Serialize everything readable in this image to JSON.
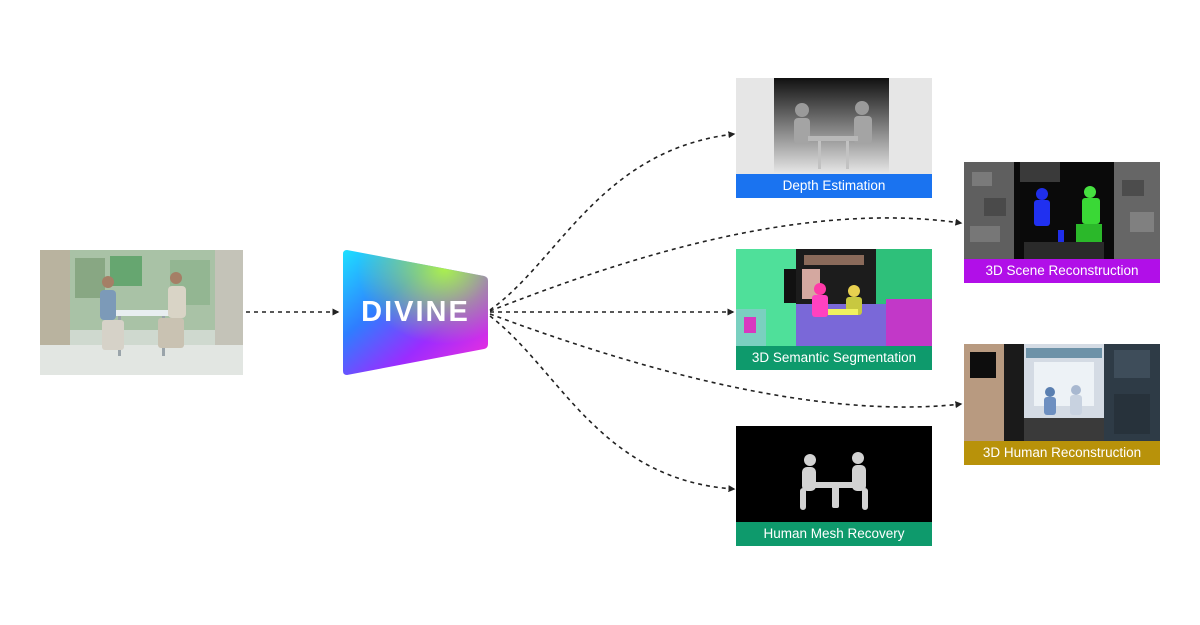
{
  "model": {
    "name": "DIVINE"
  },
  "outputs": [
    {
      "id": "depth",
      "label": "Depth Estimation",
      "color": "#1a73f0"
    },
    {
      "id": "scene",
      "label": "3D Scene Reconstruction",
      "color": "#b10fe8"
    },
    {
      "id": "semantic",
      "label": "3D Semantic Segmentation",
      "color": "#0e9a6c"
    },
    {
      "id": "human",
      "label": "3D Human Reconstruction",
      "color": "#b8920a"
    },
    {
      "id": "mesh",
      "label": "Human Mesh Recovery",
      "color": "#0e9a6c"
    }
  ]
}
